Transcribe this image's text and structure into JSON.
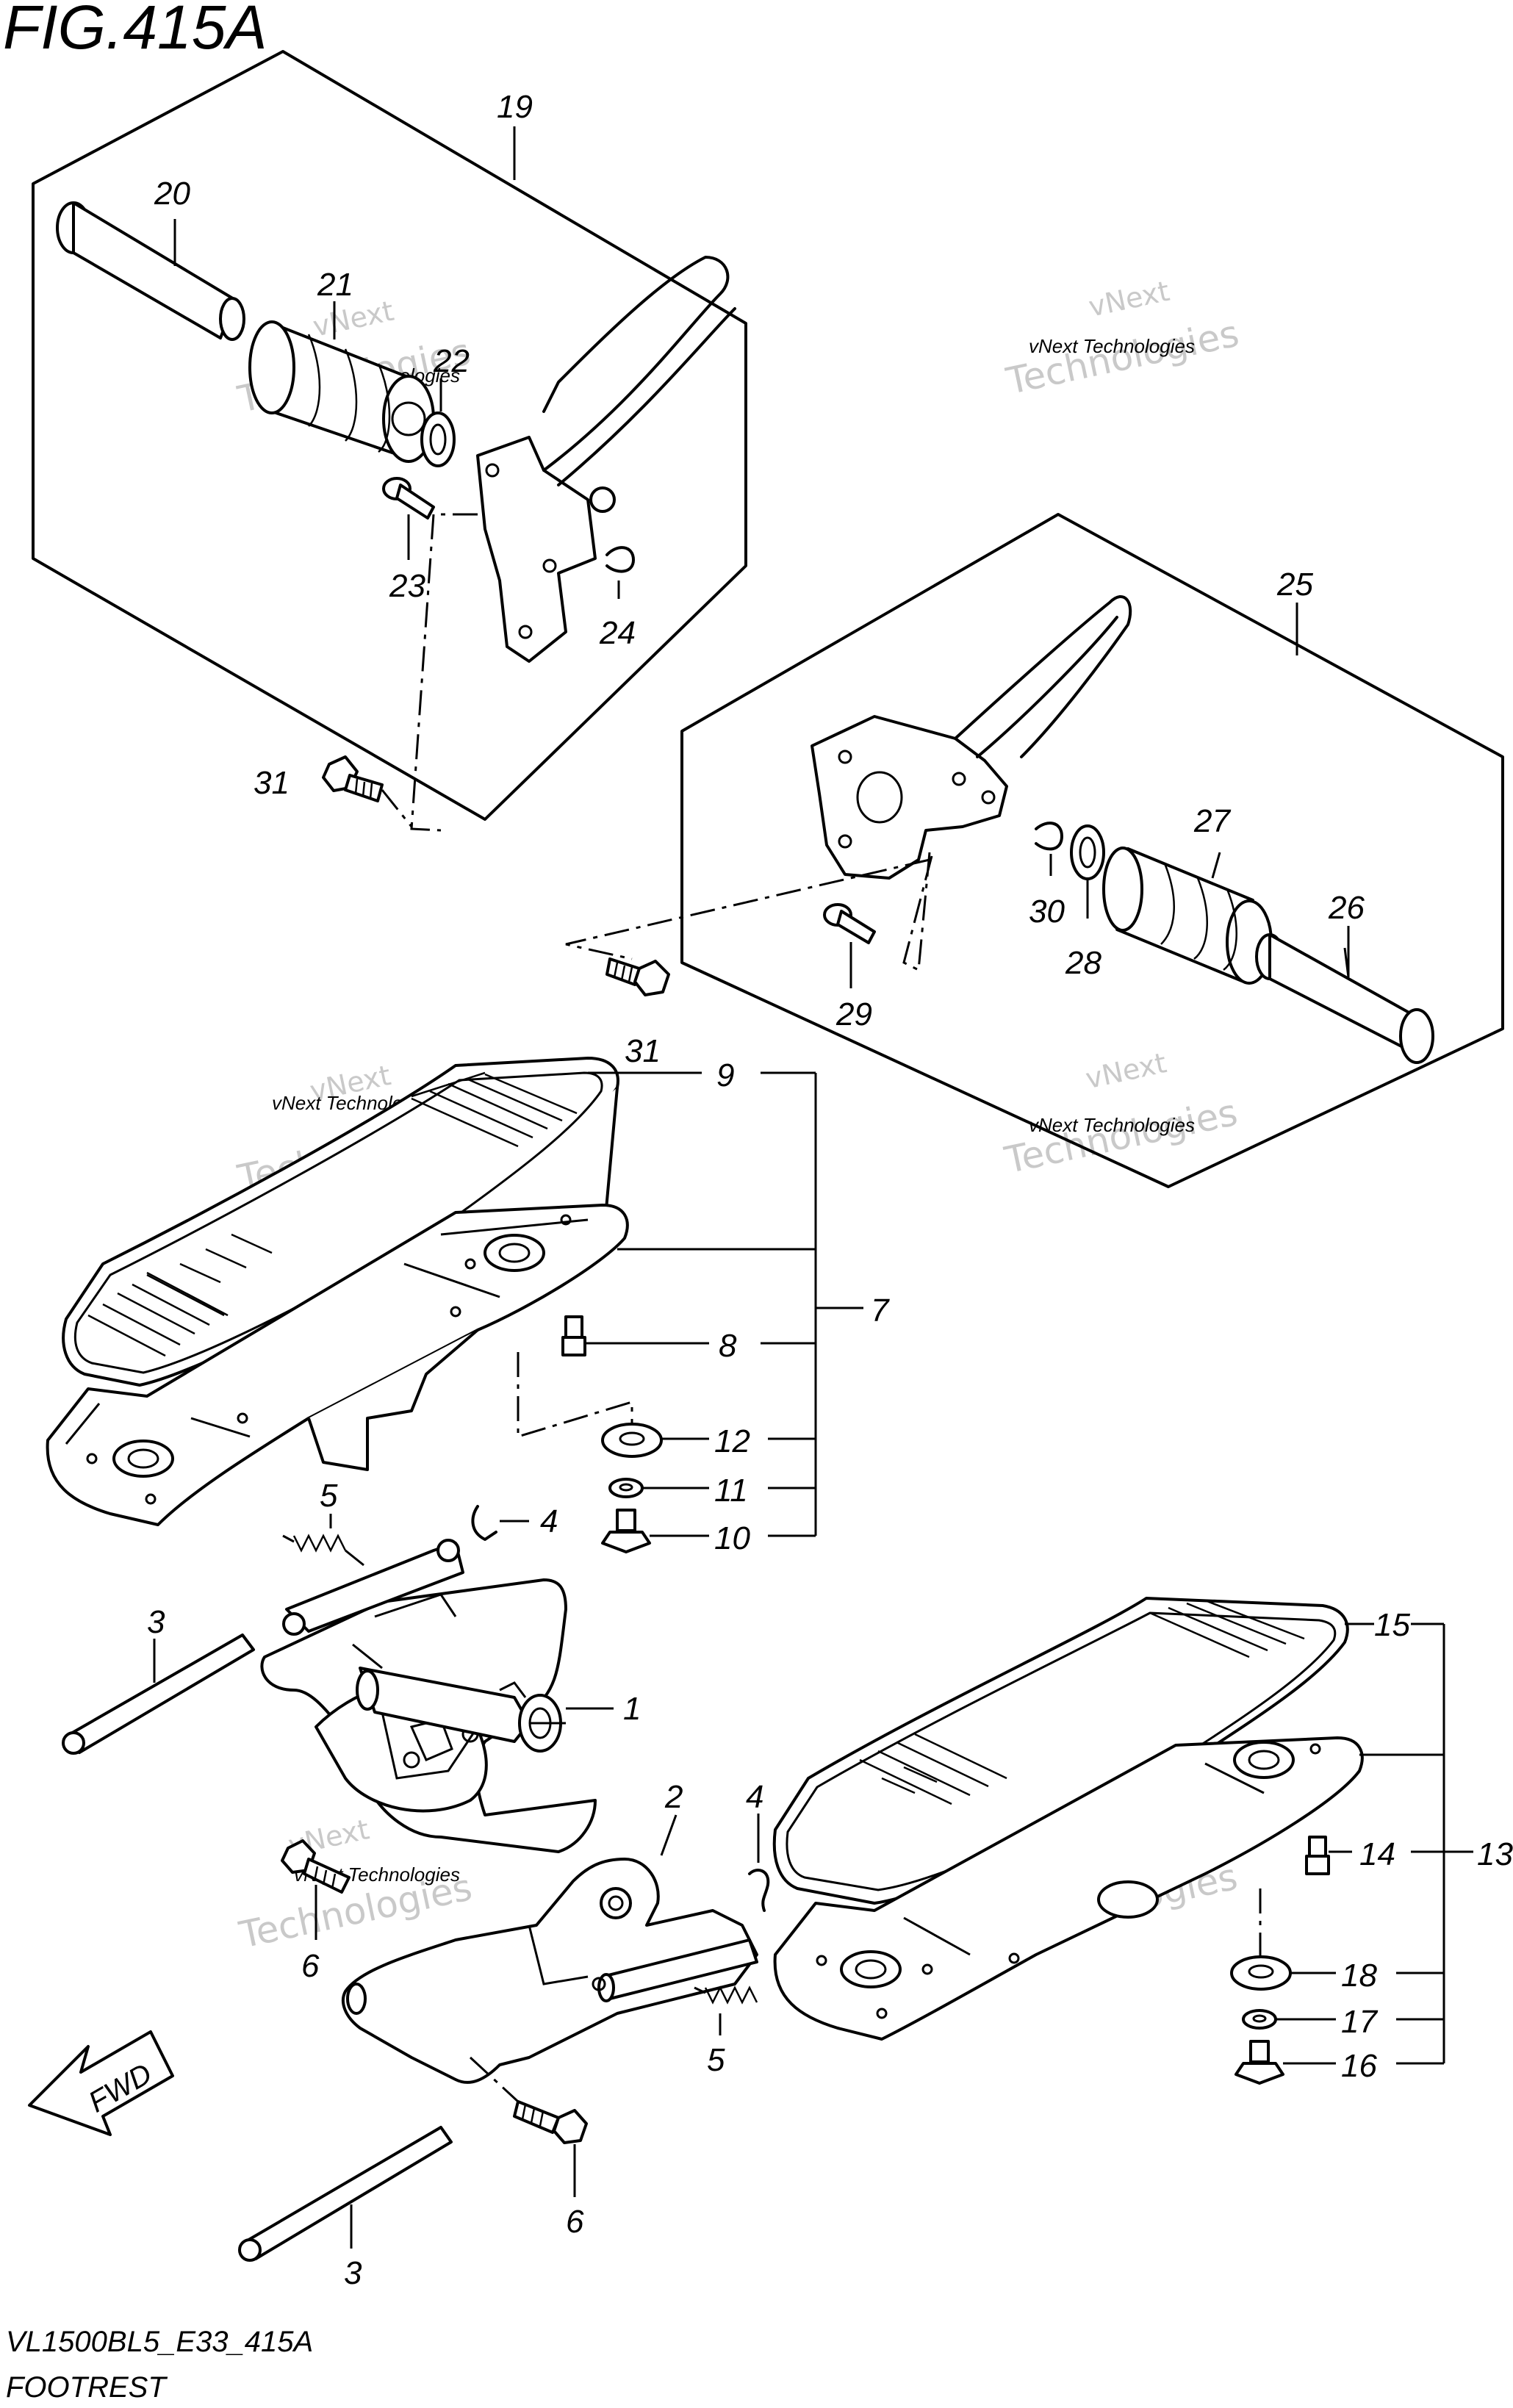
{
  "figure": {
    "title": "FIG.415A",
    "code": "VL1500BL5_E33_415A",
    "name": "FOOTREST",
    "fwd_label": "FWD"
  },
  "watermark": {
    "line1": "vNext Technologies",
    "line2": "vNext",
    "line3": "Technologies"
  },
  "callouts": [
    {
      "id": "c19",
      "label": "19"
    },
    {
      "id": "c20",
      "label": "20"
    },
    {
      "id": "c21",
      "label": "21"
    },
    {
      "id": "c22",
      "label": "22"
    },
    {
      "id": "c23",
      "label": "23"
    },
    {
      "id": "c24",
      "label": "24"
    },
    {
      "id": "c31a",
      "label": "31"
    },
    {
      "id": "c25",
      "label": "25"
    },
    {
      "id": "c27",
      "label": "27"
    },
    {
      "id": "c26",
      "label": "26"
    },
    {
      "id": "c30",
      "label": "30"
    },
    {
      "id": "c28",
      "label": "28"
    },
    {
      "id": "c29",
      "label": "29"
    },
    {
      "id": "c31b",
      "label": "31"
    },
    {
      "id": "c9",
      "label": "9"
    },
    {
      "id": "c7",
      "label": "7"
    },
    {
      "id": "c8",
      "label": "8"
    },
    {
      "id": "c12",
      "label": "12"
    },
    {
      "id": "c11",
      "label": "11"
    },
    {
      "id": "c10",
      "label": "10"
    },
    {
      "id": "c5a",
      "label": "5"
    },
    {
      "id": "c4a",
      "label": "4"
    },
    {
      "id": "c3a",
      "label": "3"
    },
    {
      "id": "c1",
      "label": "1"
    },
    {
      "id": "c2",
      "label": "2"
    },
    {
      "id": "c4b",
      "label": "4"
    },
    {
      "id": "c6a",
      "label": "6"
    },
    {
      "id": "c5b",
      "label": "5"
    },
    {
      "id": "c6b",
      "label": "6"
    },
    {
      "id": "c3b",
      "label": "3"
    },
    {
      "id": "c15",
      "label": "15"
    },
    {
      "id": "c14",
      "label": "14"
    },
    {
      "id": "c13",
      "label": "13"
    },
    {
      "id": "c18",
      "label": "18"
    },
    {
      "id": "c17",
      "label": "17"
    },
    {
      "id": "c16",
      "label": "16"
    }
  ]
}
